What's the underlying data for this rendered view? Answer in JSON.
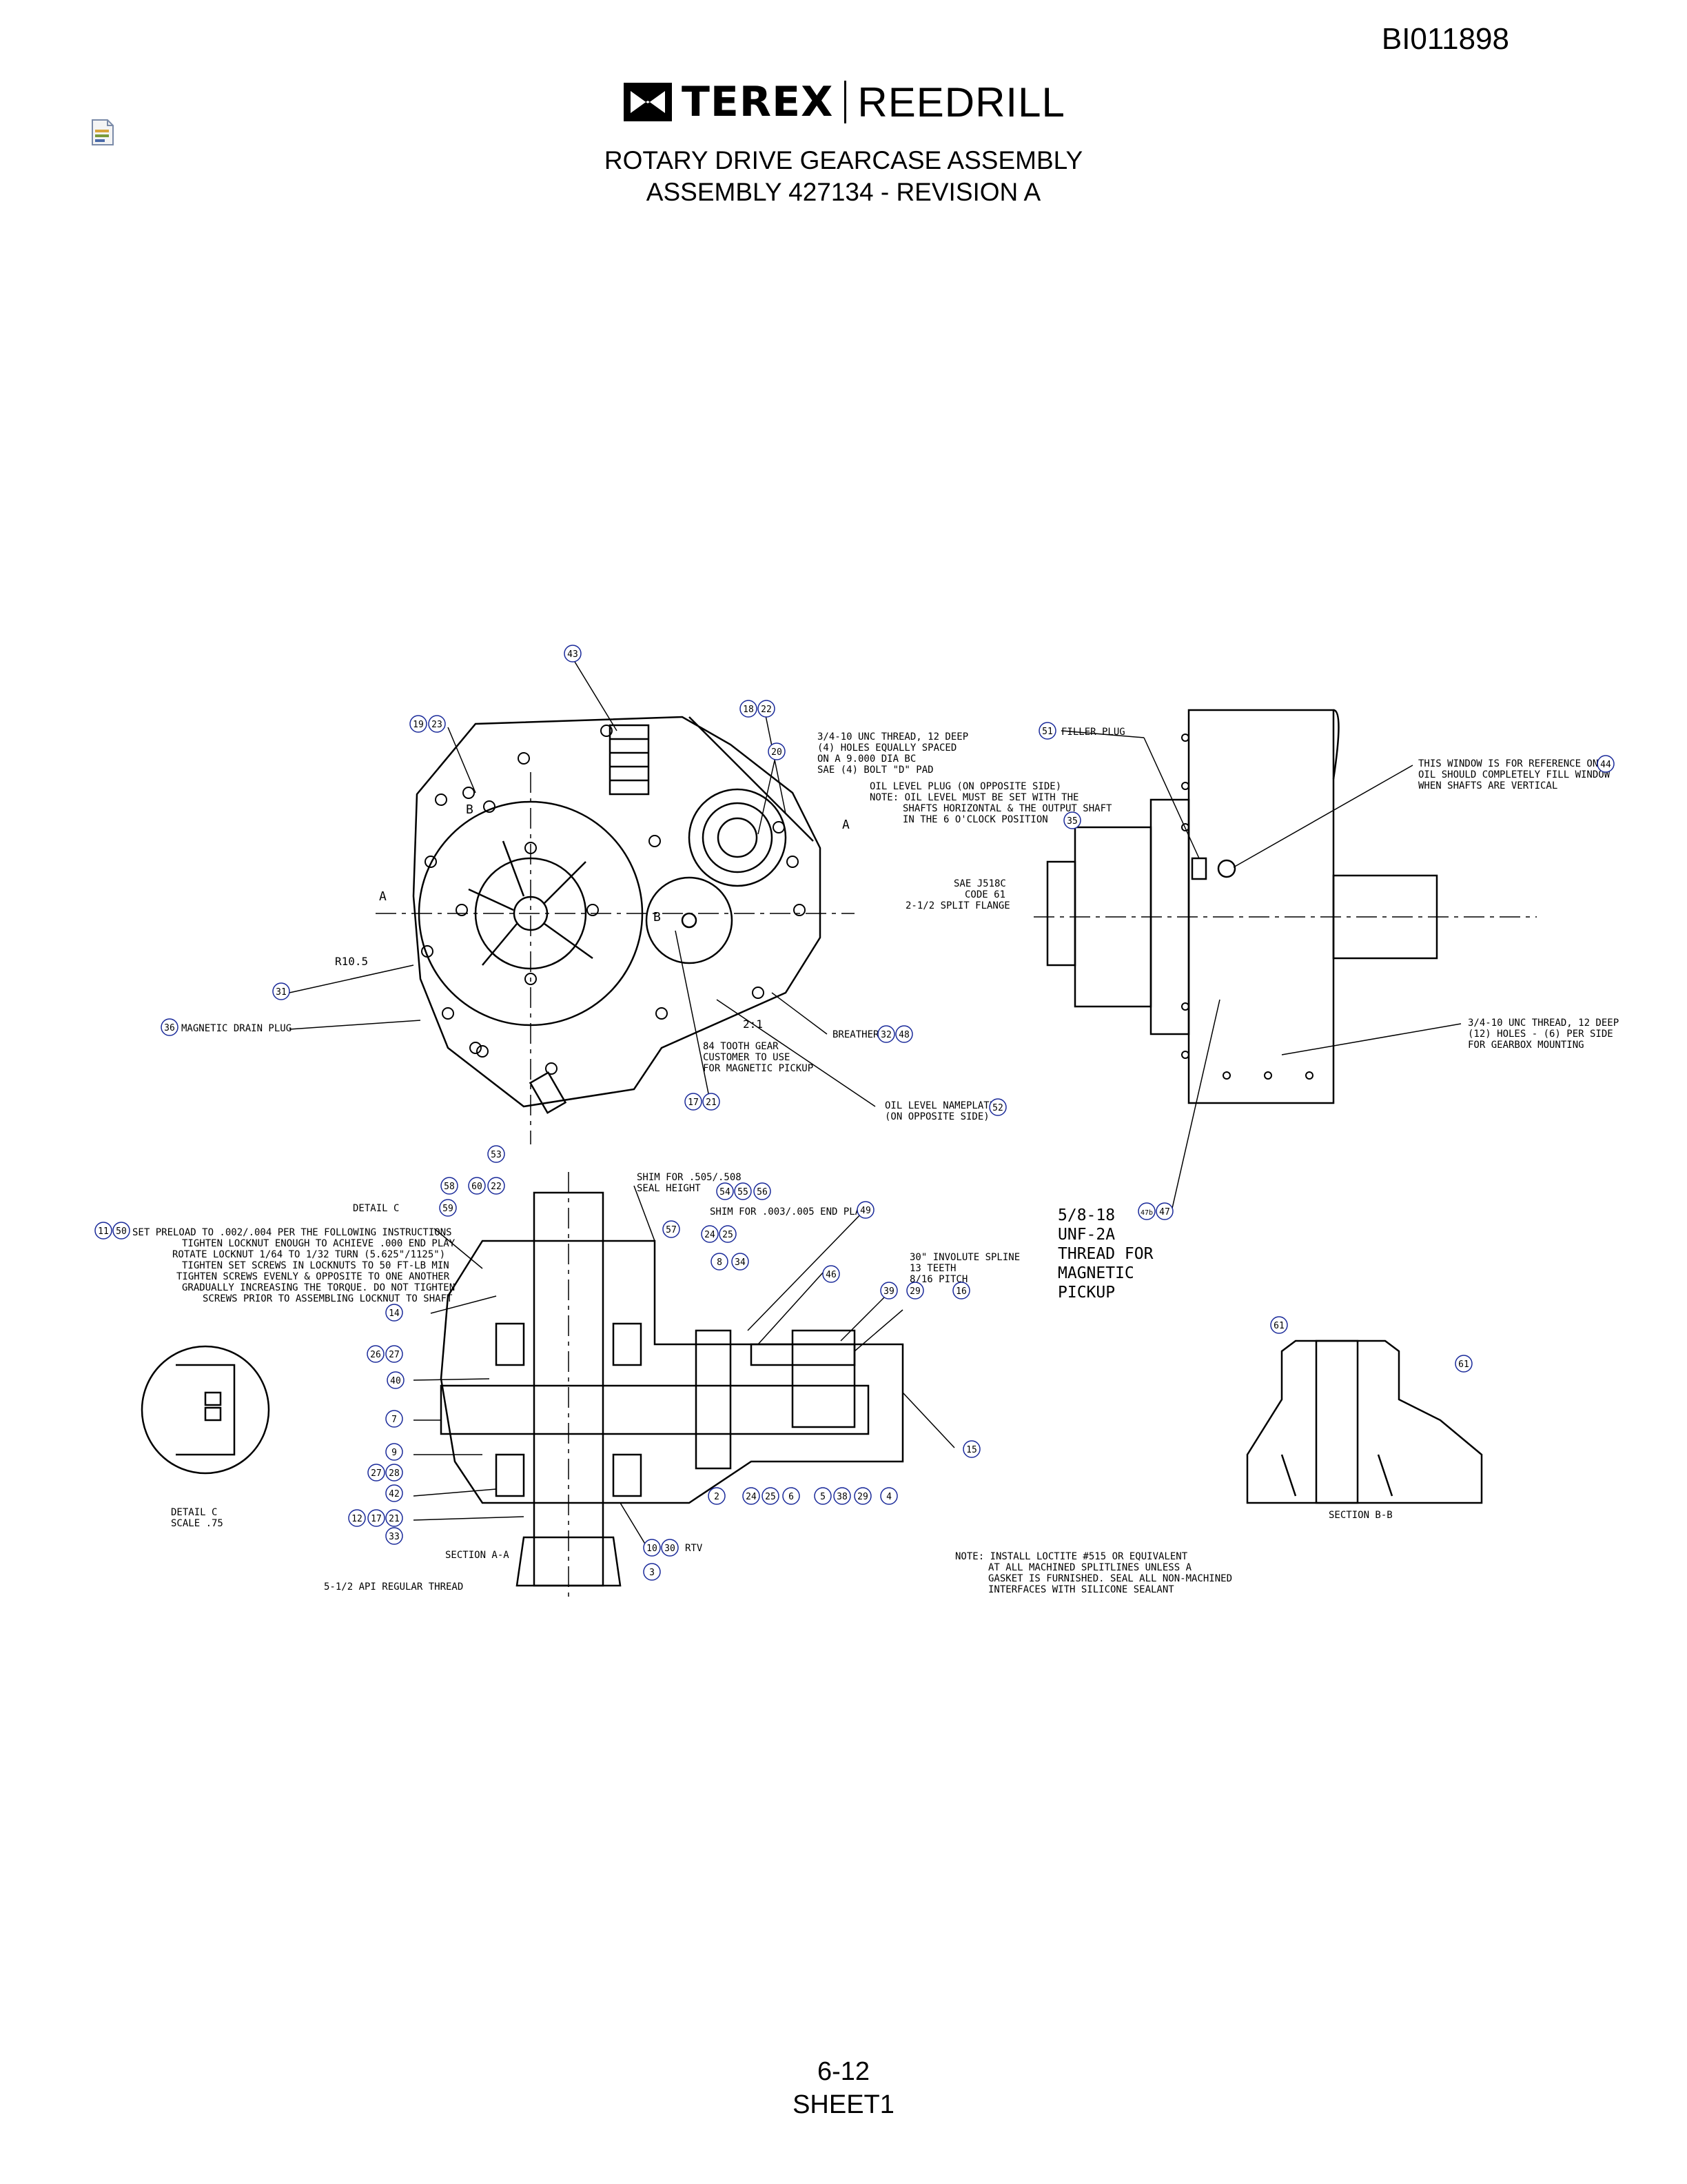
{
  "header": {
    "doc_number": "BI011898",
    "brand_left": "TEREX",
    "brand_right": "REEDRILL",
    "title_line1": "ROTARY DRIVE GEARCASE ASSEMBLY",
    "title_line2": "ASSEMBLY 427134 - REVISION A"
  },
  "footer": {
    "page": "6-12",
    "sheet": "SHEET1"
  },
  "drawing": {
    "notes": {
      "thread_top1": "3/4-10 UNC THREAD, 12 DEEP",
      "thread_top2": "(4) HOLES EQUALLY SPACED",
      "thread_top3": "ON A 9.000 DIA BC",
      "thread_top4": "SAE (4) BOLT \"D\" PAD",
      "oil_level1": "OIL LEVEL PLUG (ON OPPOSITE SIDE)",
      "oil_level2": "NOTE: OIL LEVEL MUST BE SET WITH THE",
      "oil_level3": "SHAFTS HORIZONTAL & THE OUTPUT SHAFT",
      "oil_level4": "IN THE 6 O'CLOCK POSITION",
      "filler_plug": "FILLER PLUG",
      "window1": "THIS WINDOW IS FOR REFERENCE ONLY",
      "window2": "OIL SHOULD COMPLETELY FILL WINDOW",
      "window3": "WHEN SHAFTS ARE VERTICAL",
      "sae1": "SAE J518C",
      "sae2": "CODE 61",
      "sae3": "2-1/2 SPLIT FLANGE",
      "r105": "R10.5",
      "mag_drain": "MAGNETIC DRAIN PLUG",
      "breather": "BREATHER",
      "ratio": "2:1",
      "gear1": "84 TOOTH GEAR",
      "gear2": "CUSTOMER TO USE",
      "gear3": "FOR MAGNETIC PICKUP",
      "nameplate1": "OIL LEVEL NAMEPLATE",
      "nameplate2": "(ON OPPOSITE SIDE)",
      "mount1": "3/4-10 UNC THREAD, 12 DEEP",
      "mount2": "(12) HOLES - (6) PER SIDE",
      "mount3": "FOR GEARBOX MOUNTING",
      "shim1a": "SHIM FOR .505/.508",
      "shim1b": "SEAL HEIGHT",
      "shim2": "SHIM FOR .003/.005 END PLAY",
      "detail_c": "DETAIL C",
      "preload1": "SET PRELOAD TO .002/.004 PER THE FOLLOWING INSTRUCTIONS",
      "preload2": "TIGHTEN LOCKNUT ENOUGH TO ACHIEVE .000 END PLAY",
      "preload3": "ROTATE LOCKNUT 1/64 TO 1/32 TURN (5.625\"/1125\")",
      "preload4": "TIGHTEN SET SCREWS IN LOCKNUTS TO 50 FT-LB MIN",
      "preload5": "TIGHTEN SCREWS EVENLY & OPPOSITE TO ONE ANOTHER",
      "preload6": "GRADUALLY INCREASING THE TORQUE. DO NOT TIGHTEN",
      "preload7": "SCREWS PRIOR TO ASSEMBLING LOCKNUT TO SHAFT",
      "spline1": "30\" INVOLUTE SPLINE",
      "spline2": "13 TEETH",
      "spline3": "8/16 PITCH",
      "pickup1": "5/8-18",
      "pickup2": "UNF-2A",
      "pickup3": "THREAD FOR",
      "pickup4": "MAGNETIC",
      "pickup5": "PICKUP",
      "detail_c_scale1": "DETAIL C",
      "detail_c_scale2": "SCALE .75",
      "section_aa": "SECTION A-A",
      "section_bb": "SECTION B-B",
      "api_thread": "5-1/2 API REGULAR THREAD",
      "rtv": "RTV",
      "loctite1": "NOTE: INSTALL LOCTITE #515 OR EQUIVALENT",
      "loctite2": "AT ALL MACHINED SPLITLINES UNLESS A",
      "loctite3": "GASKET IS FURNISHED. SEAL ALL NON-MACHINED",
      "loctite4": "INTERFACES WITH SILICONE SEALANT",
      "sec_a": "A",
      "sec_b": "B"
    },
    "balloons": [
      "43",
      "18",
      "22",
      "19",
      "23",
      "20",
      "51",
      "44",
      "35",
      "31",
      "36",
      "32",
      "48",
      "17",
      "21",
      "52",
      "53",
      "58",
      "60",
      "22",
      "59",
      "54",
      "55",
      "56",
      "49",
      "11",
      "50",
      "57",
      "24",
      "25",
      "8",
      "34",
      "46",
      "39",
      "29",
      "16",
      "14",
      "26",
      "27",
      "40",
      "7",
      "9",
      "27",
      "28",
      "42",
      "12",
      "17",
      "21",
      "33",
      "10",
      "30",
      "3",
      "2",
      "24",
      "25",
      "6",
      "5",
      "38",
      "29",
      "4",
      "15",
      "47",
      "47b",
      "61",
      "61"
    ]
  }
}
